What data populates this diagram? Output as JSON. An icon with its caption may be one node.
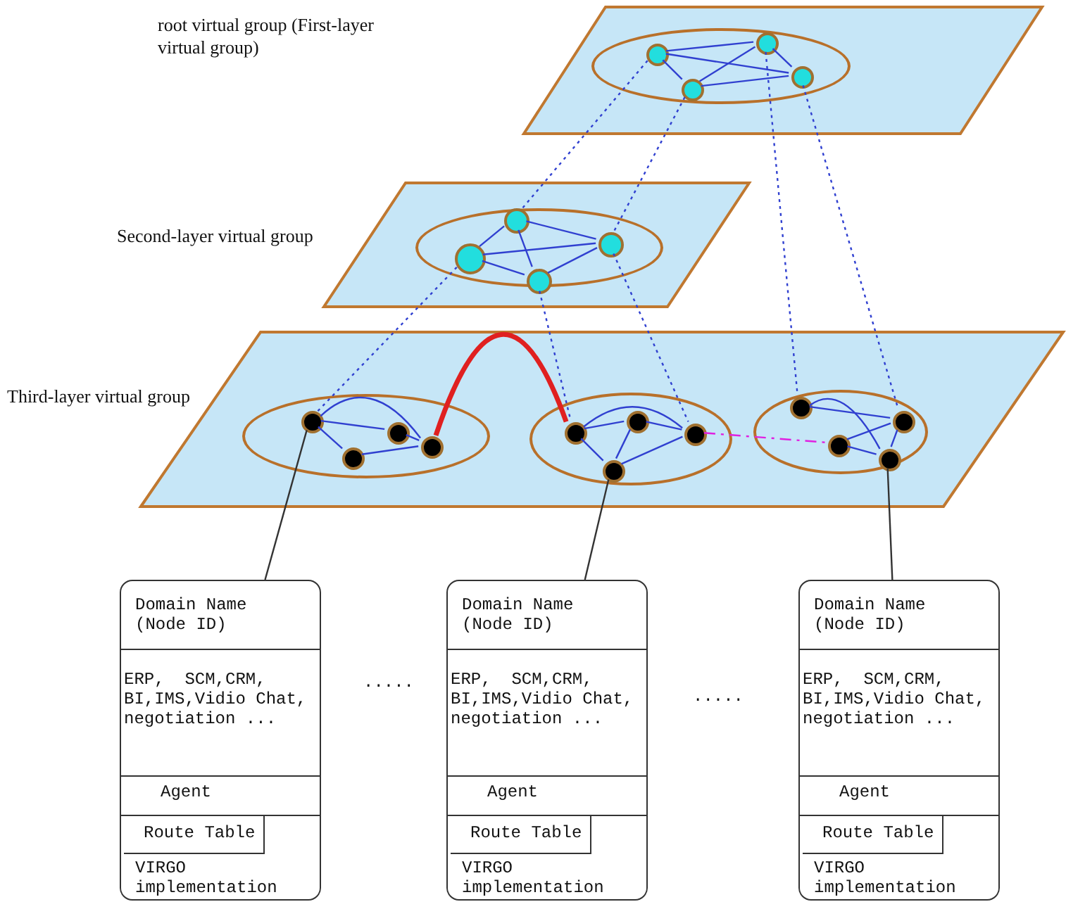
{
  "diagram": {
    "nodes": [
      {
        "text": [],
        "shape": "parallelogram"
      },
      {
        "text": [],
        "shape": "ellipse",
        "in": 0
      },
      {
        "text": [],
        "shape": "circle",
        "in": 1
      },
      {
        "text": [],
        "shape": "circle",
        "in": 1
      },
      {
        "text": [],
        "shape": "circle",
        "in": 1
      },
      {
        "text": [],
        "shape": "circle",
        "in": 1
      },
      {
        "text": [],
        "shape": "parallelogram",
        "beside": [
          "Second-layer virtual group"
        ]
      },
      {
        "text": [],
        "shape": "ellipse",
        "in": 6
      },
      {
        "text": [],
        "shape": "circle",
        "in": 7
      },
      {
        "text": [],
        "shape": "circle",
        "in": 7
      },
      {
        "text": [],
        "shape": "circle",
        "in": 7
      },
      {
        "text": [],
        "shape": "circle",
        "in": 7
      },
      {
        "text": [],
        "shape": "parallelogram",
        "beside": [
          "Third-layer virtual group"
        ]
      },
      {
        "text": [],
        "shape": "ellipse",
        "in": 12
      },
      {
        "text": [],
        "shape": "circle",
        "in": 13
      },
      {
        "text": [],
        "shape": "circle",
        "in": 13
      },
      {
        "text": [],
        "shape": "circle",
        "in": 13
      },
      {
        "text": [],
        "shape": "circle",
        "in": 13
      },
      {
        "text": [],
        "shape": "ellipse",
        "in": 12
      },
      {
        "text": [],
        "shape": "circle",
        "in": 18
      },
      {
        "text": [],
        "shape": "circle",
        "in": 18
      },
      {
        "text": [],
        "shape": "circle",
        "in": 18
      },
      {
        "text": [],
        "shape": "circle",
        "in": 18
      },
      {
        "text": [],
        "shape": "ellipse",
        "in": 12
      },
      {
        "text": [],
        "shape": "circle",
        "in": 23
      },
      {
        "text": [],
        "shape": "circle",
        "in": 23
      },
      {
        "text": [],
        "shape": "circle",
        "in": 23
      },
      {
        "text": [],
        "shape": "circle",
        "in": 23
      },
      {
        "text": [
          "Domain Name (Node ID)",
          "ERP,  SCM,CRM, BI,IMS,Vidio Chat, negotiation ...",
          "Agent",
          "VIRGO implementation"
        ]
      },
      {
        "text": [
          "Route Table"
        ],
        "in": 28
      },
      {
        "text": [
          "Domain Name (Node ID)",
          "ERP,  SCM,CRM, BI,IMS,Vidio Chat, negotiation ...",
          "Agent",
          "VIRGO implementation"
        ]
      },
      {
        "text": [
          "Route Table"
        ],
        "in": 30
      },
      {
        "text": [
          "Domain Name (Node ID)",
          "ERP,  SCM,CRM, BI,IMS,Vidio Chat, negotiation ...",
          "Agent",
          "VIRGO implementation"
        ]
      },
      {
        "text": [
          "Route Table"
        ],
        "in": 32
      }
    ],
    "edges": [
      {
        "from": 2,
        "to": 3,
        "arrow": "none"
      },
      {
        "from": 2,
        "to": 4,
        "arrow": "none"
      },
      {
        "from": 2,
        "to": 5,
        "arrow": "none"
      },
      {
        "from": 3,
        "to": 5,
        "arrow": "none"
      },
      {
        "from": 5,
        "to": 4,
        "arrow": "none"
      },
      {
        "from": 3,
        "to": 4,
        "arrow": "none"
      },
      {
        "from": 8,
        "to": 9,
        "arrow": "none"
      },
      {
        "from": 8,
        "to": 10,
        "arrow": "none"
      },
      {
        "from": 8,
        "to": 11,
        "arrow": "none"
      },
      {
        "from": 10,
        "to": 9,
        "arrow": "none"
      },
      {
        "from": 11,
        "to": 9,
        "arrow": "none"
      },
      {
        "from": 10,
        "to": 11,
        "arrow": "none"
      },
      {
        "from": 14,
        "to": 17,
        "arrow": "none"
      },
      {
        "from": 14,
        "to": 15,
        "arrow": "none"
      },
      {
        "from": 14,
        "to": 16,
        "arrow": "none"
      },
      {
        "from": 15,
        "to": 17,
        "arrow": "none"
      },
      {
        "from": 16,
        "to": 17,
        "arrow": "none"
      },
      {
        "from": 19,
        "to": 21,
        "arrow": "none"
      },
      {
        "from": 19,
        "to": 20,
        "arrow": "none"
      },
      {
        "from": 20,
        "to": 21,
        "arrow": "none"
      },
      {
        "from": 19,
        "to": 22,
        "arrow": "none"
      },
      {
        "from": 20,
        "to": 22,
        "arrow": "none"
      },
      {
        "from": 22,
        "to": 21,
        "arrow": "none"
      },
      {
        "from": 24,
        "to": 25,
        "arrow": "none"
      },
      {
        "from": 24,
        "to": 27,
        "arrow": "none"
      },
      {
        "from": 26,
        "to": 25,
        "arrow": "none"
      },
      {
        "from": 26,
        "to": 27,
        "arrow": "none"
      },
      {
        "from": 25,
        "to": 27,
        "arrow": "none"
      },
      {
        "from": 17,
        "to": 19,
        "arrow": "none",
        "style": "thick",
        "color": "#e02020"
      },
      {
        "from": 21,
        "to": 26,
        "arrow": "none",
        "style": "dashed",
        "color": "#e020e0"
      },
      {
        "from": 2,
        "to": 8,
        "arrow": "none",
        "style": "dashed"
      },
      {
        "from": 5,
        "to": 9,
        "arrow": "none",
        "style": "dashed"
      },
      {
        "from": 3,
        "to": 24,
        "arrow": "none",
        "style": "dashed"
      },
      {
        "from": 4,
        "to": 25,
        "arrow": "none",
        "style": "dashed"
      },
      {
        "from": 10,
        "to": 14,
        "arrow": "none",
        "style": "dashed"
      },
      {
        "from": 11,
        "to": 19,
        "arrow": "none",
        "style": "dashed"
      },
      {
        "from": 9,
        "to": 21,
        "arrow": "none",
        "style": "dashed"
      },
      {
        "from": 14,
        "to": 28,
        "arrow": "none",
        "color": "#333333"
      },
      {
        "from": 22,
        "to": 30,
        "arrow": "none",
        "color": "#333333"
      },
      {
        "from": 27,
        "to": 32,
        "arrow": "none",
        "color": "#333333"
      }
    ],
    "labels": [
      "root virtual group (First-layer virtual group)",
      ".....",
      "....."
    ]
  }
}
